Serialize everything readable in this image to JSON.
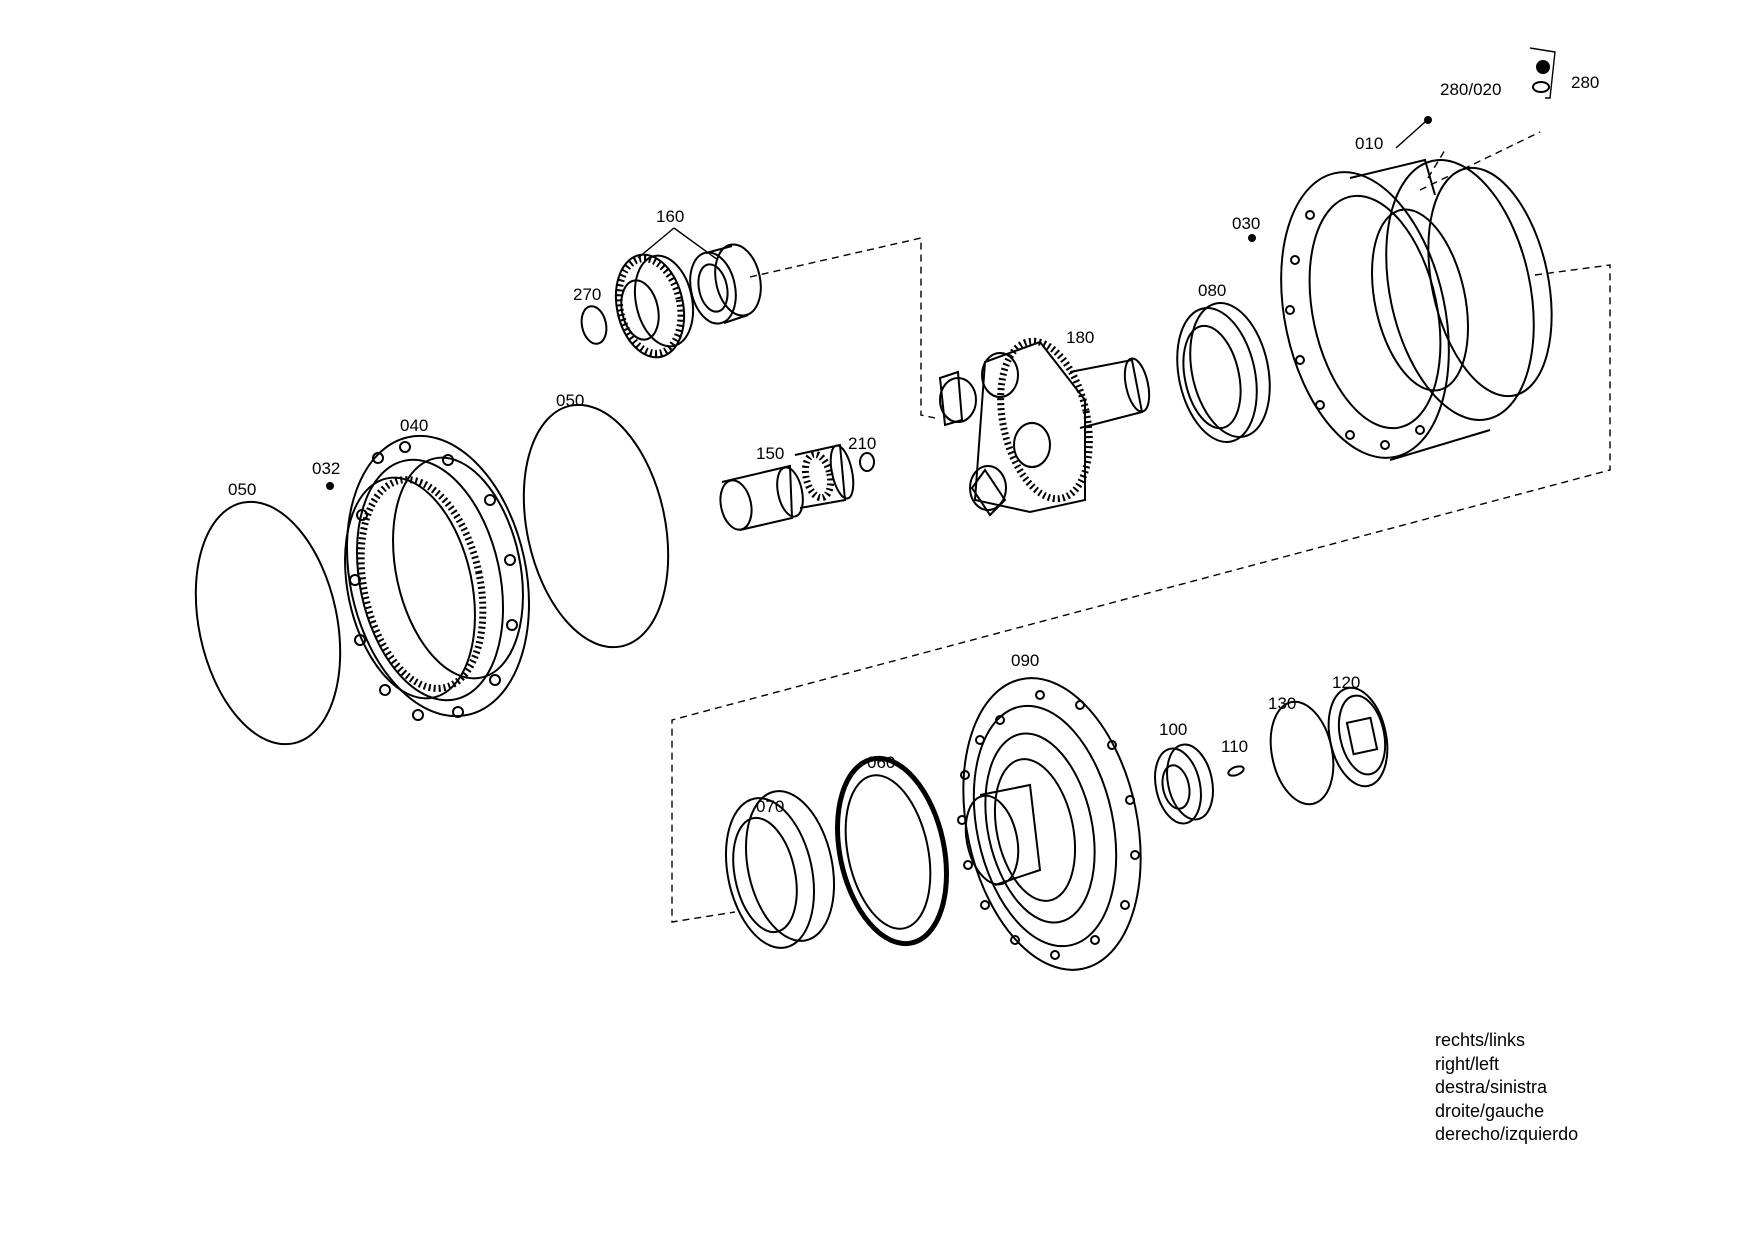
{
  "parts": {
    "p010": "010",
    "p030": "030",
    "p032": "032",
    "p040": "040",
    "p050a": "050",
    "p050b": "050",
    "p060": "060",
    "p070": "070",
    "p080": "080",
    "p090": "090",
    "p100": "100",
    "p110": "110",
    "p120": "120",
    "p130": "130",
    "p150": "150",
    "p160": "160",
    "p180": "180",
    "p210": "210",
    "p270": "270",
    "p280": "280",
    "p280_020": "280/020"
  },
  "legend": [
    "rechts/links",
    "right/left",
    "destra/sinistra",
    "droite/gauche",
    "derecho/izquierdo"
  ]
}
